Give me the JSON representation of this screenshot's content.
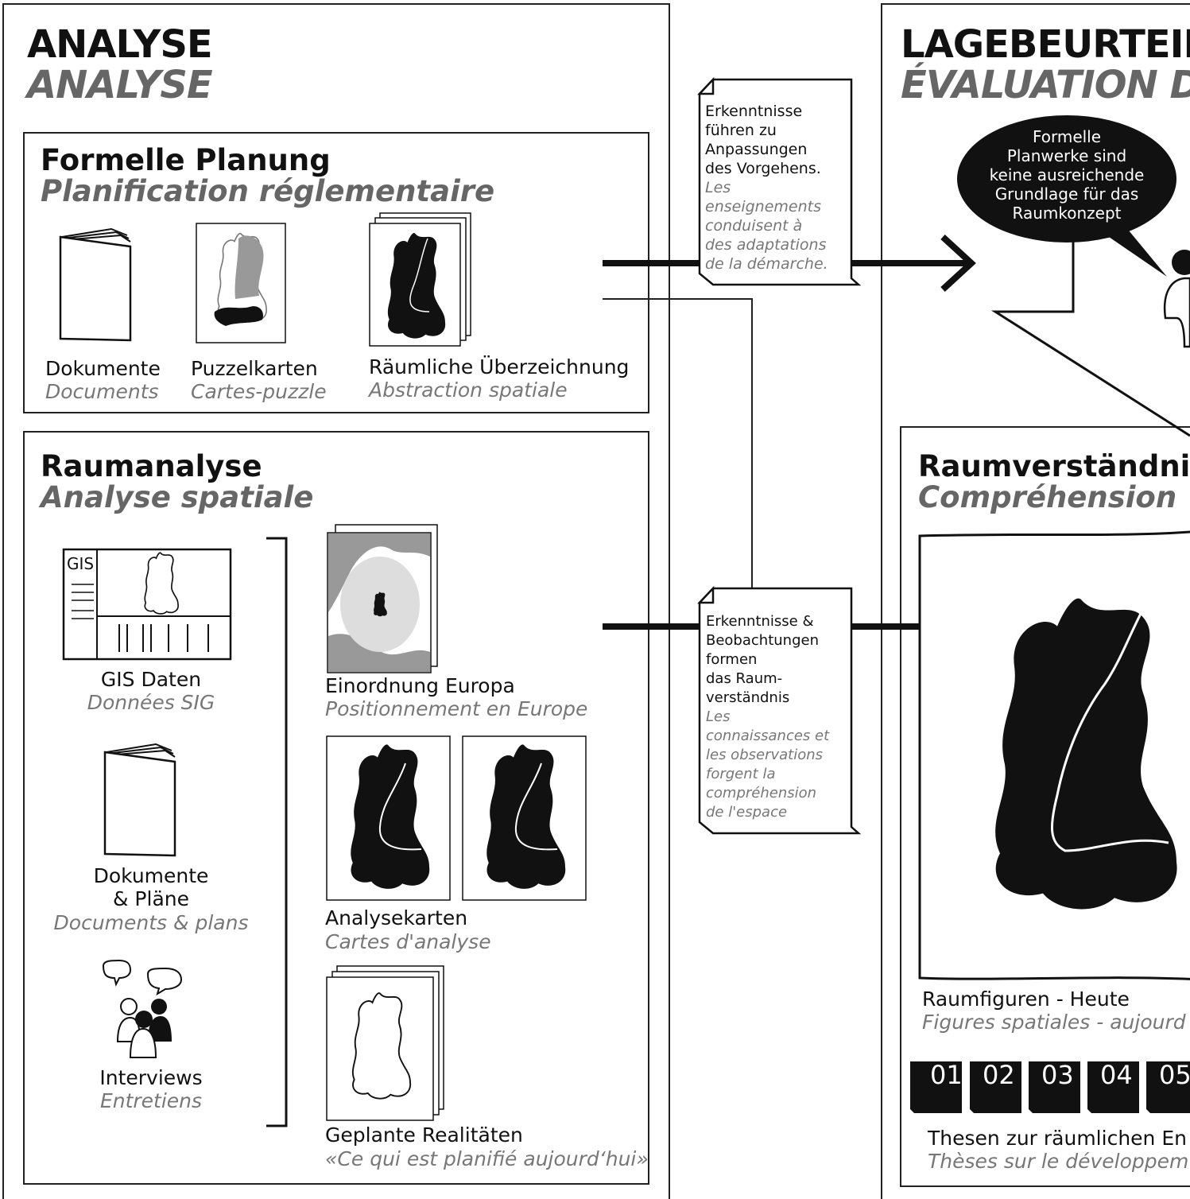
{
  "analyse": {
    "title_de": "ANALYSE",
    "title_fr": "ANALYSE",
    "formelle": {
      "title_de": "Formelle Planung",
      "title_fr": "Planification réglementaire",
      "items": [
        {
          "de": "Dokumente",
          "fr": "Documents"
        },
        {
          "de": "Puzzelkarten",
          "fr": "Cartes-puzzle"
        },
        {
          "de": "Räumliche Überzeichnung",
          "fr": "Abstraction spatiale"
        }
      ]
    },
    "raum": {
      "title_de": "Raumanalyse",
      "title_fr": "Analyse spatiale",
      "gis_label": "GIS",
      "left_items": [
        {
          "de": "GIS Daten",
          "fr": "Données SIG"
        },
        {
          "de": "Dokumente",
          "de2": "& Pläne",
          "fr": "Documents & plans"
        },
        {
          "de": "Interviews",
          "fr": "Entretiens"
        }
      ],
      "right_items": [
        {
          "de": "Einordnung Europa",
          "fr": "Positionnement en Europe"
        },
        {
          "de": "Analysekarten",
          "fr": "Cartes d'analyse"
        },
        {
          "de": "Geplante Realitäten",
          "fr": "«Ce qui est planifié aujourd‘hui»"
        }
      ]
    }
  },
  "notes": [
    {
      "de": [
        "Erkenntnisse",
        "führen zu",
        "Anpassungen",
        "des Vorgehens."
      ],
      "fr": [
        "Les",
        "enseignements",
        "conduisent à",
        "des adaptations",
        "de la démarche."
      ]
    },
    {
      "de": [
        "Erkenntnisse &",
        "Beobachtungen",
        "formen",
        "das Raum-",
        "verständnis"
      ],
      "fr": [
        "Les",
        "connaissances et",
        "les observations",
        "forgent la",
        "compréhension",
        "de l'espace"
      ]
    }
  ],
  "lage": {
    "title_de": "LAGEBEURTEIL",
    "title_fr": "ÉVALUATION D",
    "bubble": [
      "Formelle",
      "Planwerke sind",
      "keine ausreichende",
      "Grundlage für das",
      "Raumkonzept"
    ],
    "raum": {
      "title_de": "Raumverständni",
      "title_fr": "Compréhension",
      "figure_de": "Raumfiguren - Heute",
      "figure_fr": "Figures spatiales - aujourd",
      "numbers": [
        "01",
        "02",
        "03",
        "04",
        "05"
      ],
      "thesen_de": "Thesen zur räumlichen En",
      "thesen_fr": "Thèses sur le développem"
    }
  },
  "colors": {
    "ink": "#111111",
    "grey_text": "#777777",
    "map_grey": "#999999",
    "light_grey": "#dddddd"
  }
}
